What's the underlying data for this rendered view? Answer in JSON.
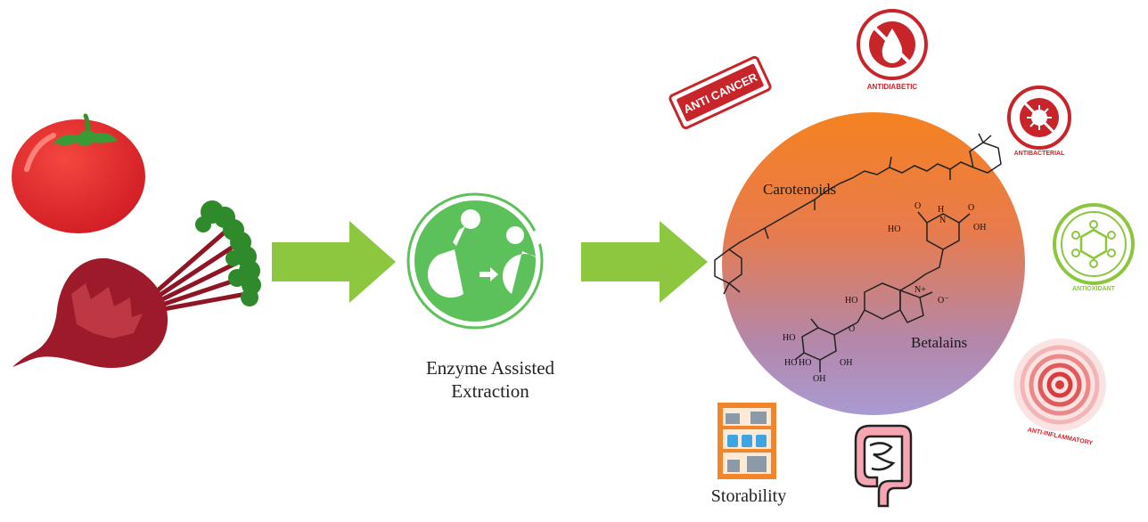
{
  "process": {
    "line1": "Enzyme Assisted",
    "line2": "Extraction"
  },
  "compounds": {
    "carotenoids": "Carotenoids",
    "betalains": "Betalains",
    "atoms": {
      "oh": "OH",
      "ho": "HO",
      "h": "H",
      "n": "N",
      "n_plus": "N+",
      "o_minus": "O⁻",
      "o": "O"
    }
  },
  "benefits": {
    "anti_cancer": "ANTI CANCER",
    "antidiabetic": "ANTIDIABETIC",
    "antibacterial": "ANTIBACTERIAL",
    "antioxidant": "ANTIOXIDANT",
    "anti_inflammatory": "ANTI-INFLAMMATORY",
    "storability": "Storability"
  },
  "colors": {
    "arrow_green": "#8dc63f",
    "enzyme_green": "#5cc15a",
    "badge_red": "#c8252b",
    "antioxidant_green": "#8cc63f",
    "circle_top": "#f58220",
    "circle_bottom": "#a99ad2",
    "tomato_red": "#e1242b",
    "beet_red": "#9c1a2a",
    "shelf_orange": "#f1852b"
  }
}
